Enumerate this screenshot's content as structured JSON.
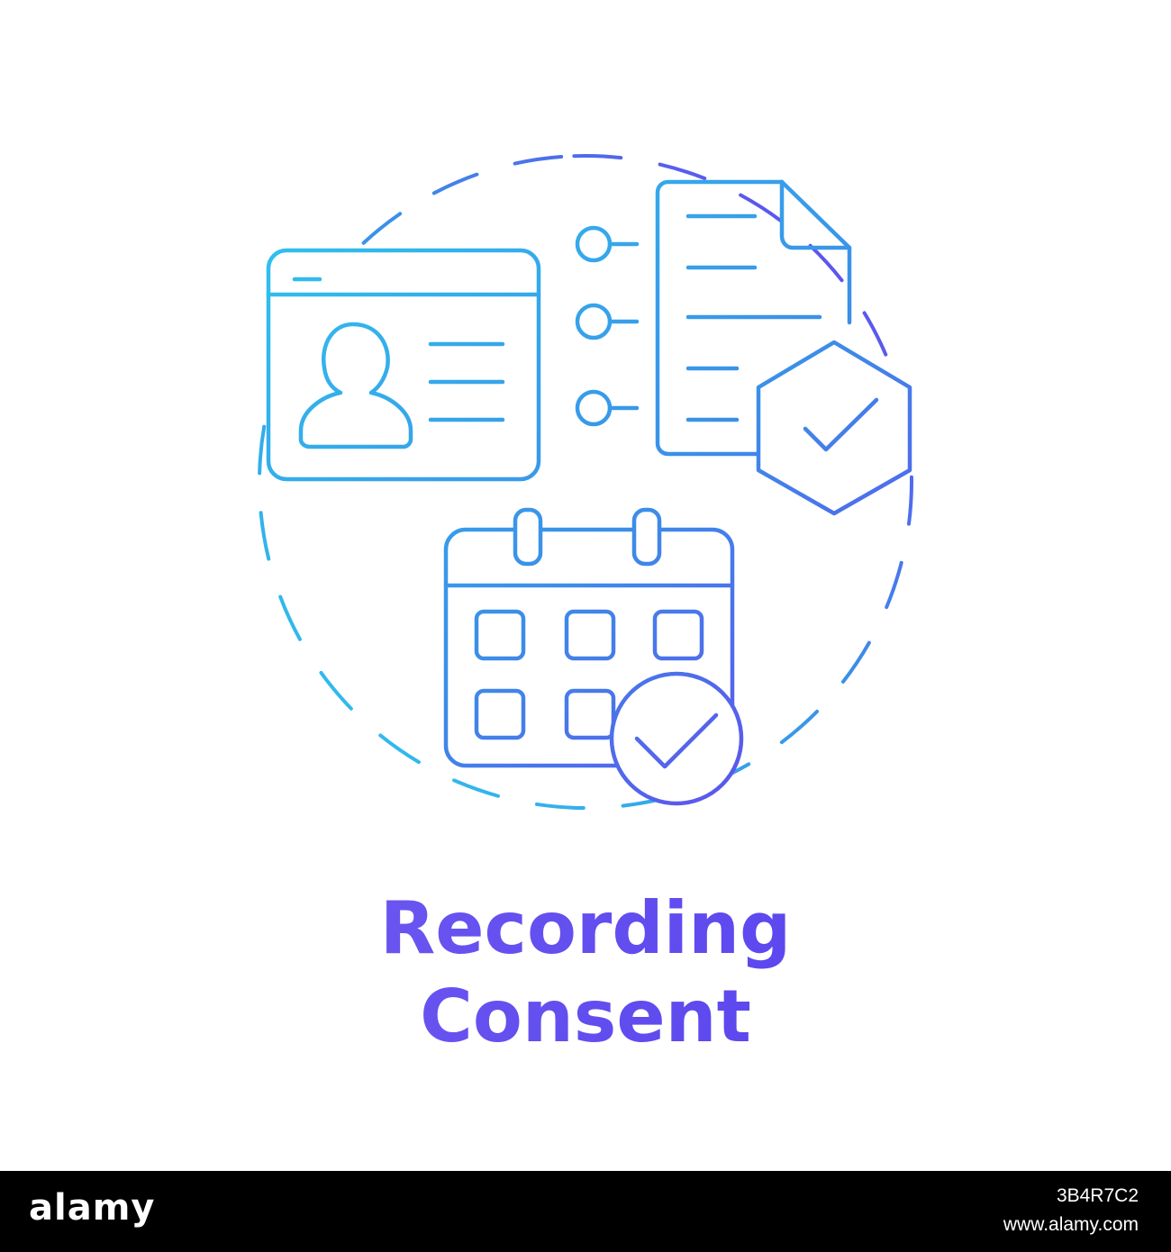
{
  "caption": {
    "line1": "Recording",
    "line2": "Consent"
  },
  "colors": {
    "gradient_start": "#2ec5ee",
    "gradient_mid": "#3b8fe8",
    "gradient_end": "#6a3df0",
    "caption": "#6a4cf2",
    "footer_bg": "#000000"
  },
  "icons": [
    "profile-window-icon",
    "list-bullets-icon",
    "document-icon",
    "shield-check-icon",
    "calendar-icon",
    "check-circle-icon"
  ],
  "footer": {
    "brand": "alamy",
    "image_id": "3B4R7C2",
    "site": "www.alamy.com"
  }
}
